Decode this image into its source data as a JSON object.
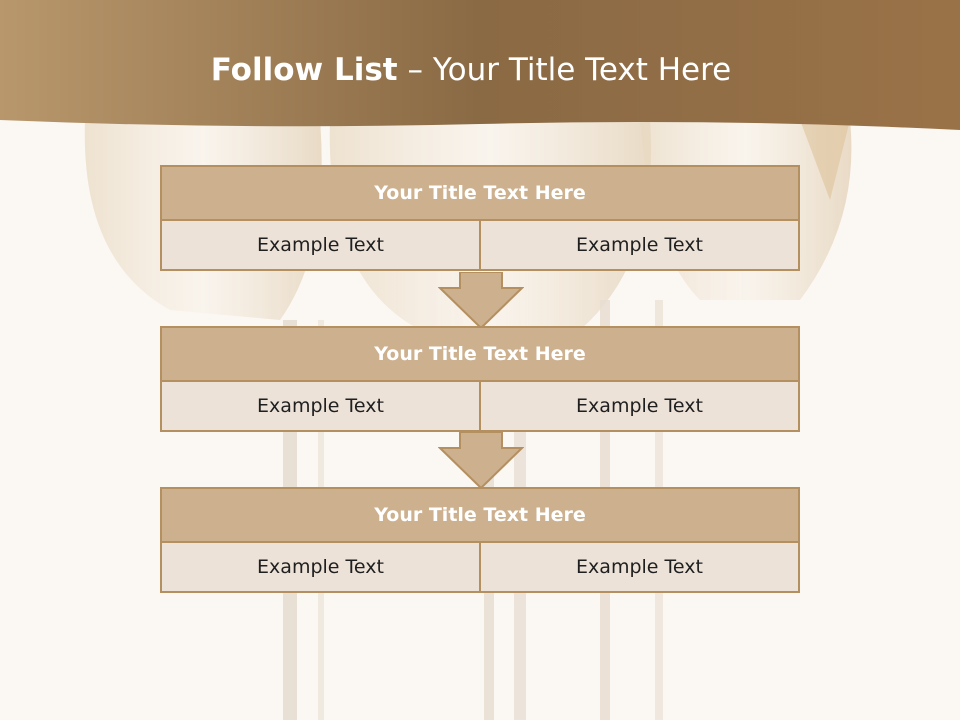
{
  "title": {
    "bold": "Follow List",
    "rest": "– Your Title Text Here"
  },
  "blocks": [
    {
      "header": "Your Title Text Here",
      "cells": [
        "Example Text",
        "Example Text"
      ]
    },
    {
      "header": "Your Title Text Here",
      "cells": [
        "Example Text",
        "Example Text"
      ]
    },
    {
      "header": "Your Title Text Here",
      "cells": [
        "Example Text",
        "Example Text"
      ]
    }
  ],
  "colors": {
    "banner": "#9e7a4f",
    "header_fill": "#cdb08e",
    "cell_fill": "#ece2d8",
    "border": "#b48f60"
  },
  "icons": {
    "connector": "down-arrow-icon",
    "background": "wine-glasses-photo"
  }
}
